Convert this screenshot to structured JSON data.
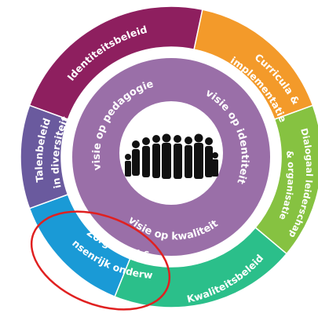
{
  "diagram": {
    "outer_segments": [
      {
        "id": "identiteitsbeleid",
        "lines": [
          "Identiteitsbeleid"
        ],
        "color": "#8e1f5f"
      },
      {
        "id": "curricula",
        "lines": [
          "Curricula &",
          "implementatie"
        ],
        "color": "#f39a2a"
      },
      {
        "id": "dialogaal",
        "lines": [
          "Dialogaal leiderschap",
          "& organisatie"
        ],
        "color": "#86c241"
      },
      {
        "id": "kwaliteitsbeleid",
        "lines": [
          "Kwaliteitsbeleid"
        ],
        "color": "#2bbf8a"
      },
      {
        "id": "zorgbreed",
        "lines": [
          "Zorgbreed &",
          "kansenrijk onderwijs"
        ],
        "color": "#1a9ad6"
      },
      {
        "id": "talenbeleid",
        "lines": [
          "Talenbeleid",
          "in diversiteit"
        ],
        "color": "#6a5a9e"
      }
    ],
    "inner_labels": {
      "pedagogie": "visie op pedagogie",
      "identiteit": "visie op identiteit",
      "kwaliteit": "visie op kwaliteit"
    },
    "inner_ring_color": "#9a6fa8",
    "highlight_color": "#e02020",
    "center_icon": "people-group-icon"
  }
}
